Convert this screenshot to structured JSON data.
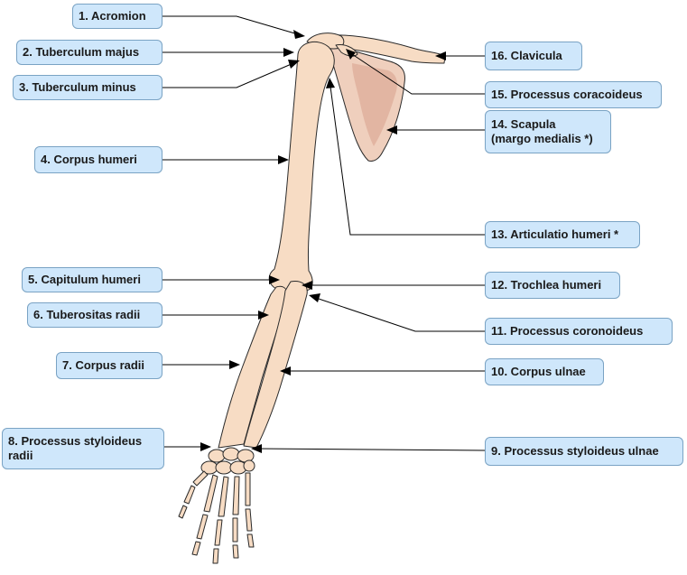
{
  "labels": [
    {
      "id": "l1",
      "text": "1. Acromion"
    },
    {
      "id": "l2",
      "text": "2. Tuberculum majus"
    },
    {
      "id": "l3",
      "text": "3. Tuberculum minus"
    },
    {
      "id": "l4",
      "text": "4. Corpus humeri"
    },
    {
      "id": "l5",
      "text": "5. Capitulum humeri"
    },
    {
      "id": "l6",
      "text": "6. Tuberositas radii"
    },
    {
      "id": "l7",
      "text": "7. Corpus radii"
    },
    {
      "id": "l8",
      "text": "8. Processus styloideus\nradii"
    },
    {
      "id": "l9",
      "text": "9. Processus styloideus ulnae"
    },
    {
      "id": "l10",
      "text": "10. Corpus ulnae"
    },
    {
      "id": "l11",
      "text": "11. Processus coronoideus"
    },
    {
      "id": "l12",
      "text": "12. Trochlea humeri"
    },
    {
      "id": "l13",
      "text": "13. Articulatio humeri *"
    },
    {
      "id": "l14",
      "text": "14. Scapula\n(margo medialis *)"
    },
    {
      "id": "l15",
      "text": "15. Processus coracoideus"
    },
    {
      "id": "l16",
      "text": "16. Clavicula"
    }
  ],
  "colors": {
    "bone": "#f7dcc4",
    "bone_outline": "#2a2a2a",
    "scapula_shade": "#e8c3b0",
    "label_fill": "#cfe7fb",
    "label_border": "#7aa3c4"
  }
}
